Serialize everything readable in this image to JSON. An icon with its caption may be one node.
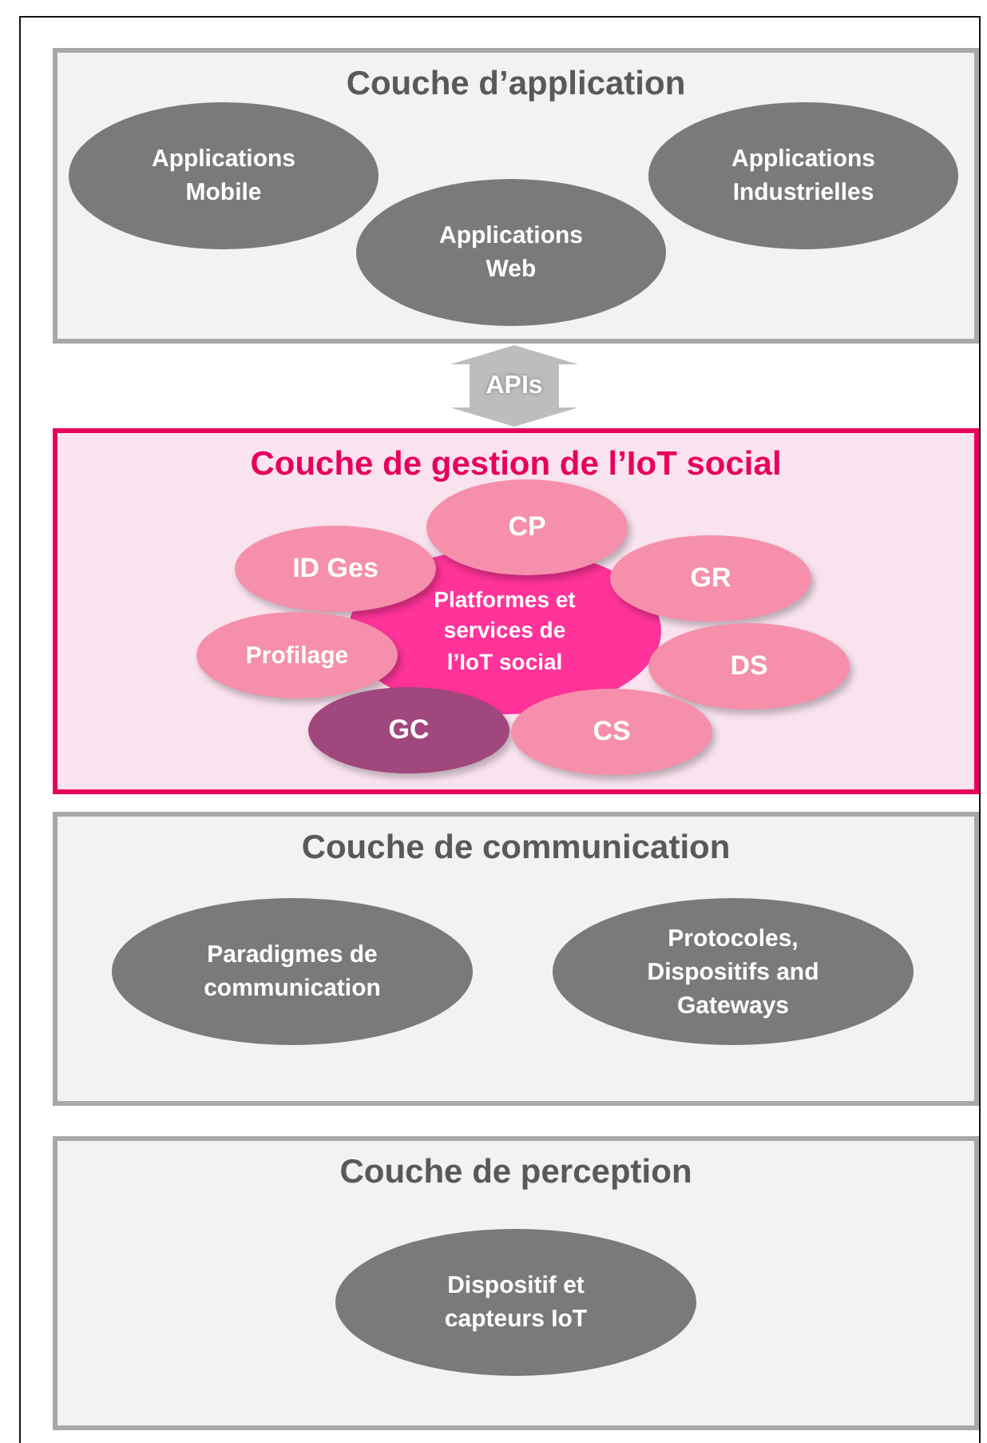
{
  "diagram": {
    "nodes": [
      {
        "text": [
          "Couche d’application"
        ]
      },
      {
        "text": [
          "Applications Mobile"
        ],
        "in": 0
      },
      {
        "text": [
          "Applications Web"
        ],
        "in": 0
      },
      {
        "text": [
          "Applications Industrielles"
        ],
        "in": 0
      },
      {
        "text": [
          "Couche de gestion de l’IoT social"
        ]
      },
      {
        "text": [
          "CP"
        ],
        "in": 4
      },
      {
        "text": [
          "ID Ges"
        ],
        "in": 4
      },
      {
        "text": [
          "GR"
        ],
        "in": 4
      },
      {
        "text": [
          "Profilage"
        ],
        "in": 4
      },
      {
        "text": [
          "Platformes et services de l’IoT social"
        ],
        "in": 4
      },
      {
        "text": [
          "DS"
        ],
        "in": 4
      },
      {
        "text": [
          "GC"
        ],
        "in": 4
      },
      {
        "text": [
          "CS"
        ],
        "in": 4
      },
      {
        "text": [
          "Couche de communication"
        ]
      },
      {
        "text": [
          "Paradigmes de communication"
        ],
        "in": 13
      },
      {
        "text": [
          "Protocoles, Dispositifs and Gateways"
        ],
        "in": 13
      },
      {
        "text": [
          "Couche de perception"
        ]
      },
      {
        "text": [
          "Dispositif et capteurs IoT"
        ],
        "in": 16
      }
    ],
    "edges": [
      {
        "from": 0,
        "to": 4,
        "arrow": "both",
        "label": "APIs"
      }
    ]
  }
}
